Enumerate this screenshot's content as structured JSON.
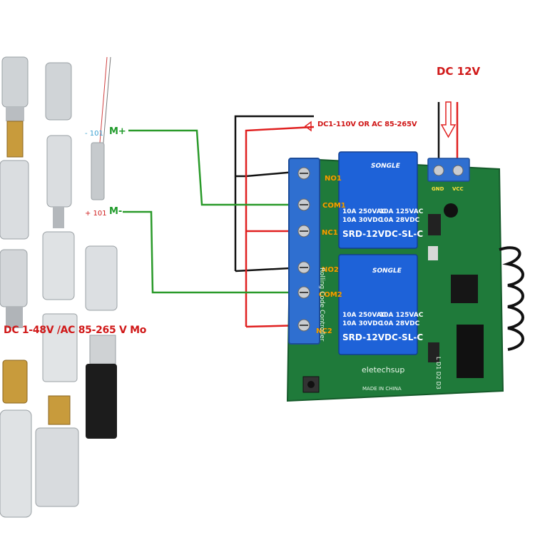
{
  "power": {
    "dc_label": "DC 12V",
    "input_label": "DC1-110V OR AC 85-265V",
    "gnd_pin": "GND",
    "vcc_pin": "VCC"
  },
  "motor": {
    "plus_label": "M+",
    "minus_label": "M-",
    "polarity_top": "- 101",
    "polarity_bottom": "+ 101",
    "caption": "DC 1-48V /AC 85-265 V Mo"
  },
  "terminals": {
    "no1": "NO1",
    "com1": "COM1",
    "nc1": "NC1",
    "no2": "NO2",
    "com2": "COM2",
    "nc2": "NC2"
  },
  "relays": [
    {
      "brand": "SONGLE",
      "spec_a": "10A 250VAC",
      "spec_b": "10A 125VAC",
      "spec_c": "10A 30VDC",
      "spec_d": "10A 28VDC",
      "model": "SRD-12VDC-SL-C"
    },
    {
      "brand": "SONGLE",
      "spec_a": "10A 250VAC",
      "spec_b": "10A 125VAC",
      "spec_c": "10A 30VDC",
      "spec_d": "10A 28VDC",
      "model": "SRD-12VDC-SL-C"
    }
  ],
  "board": {
    "brand": "eletechsup",
    "origin": "MADE IN CHINA",
    "side_text": "Rolling Code Controller",
    "jumpers": "L D1 D2 D3"
  },
  "colors": {
    "red_wire": "#e02020",
    "green_wire": "#2a9a2a",
    "black_wire": "#111111",
    "pcb": "#1f7a3a",
    "terminal_blue": "#2f6fd0"
  }
}
